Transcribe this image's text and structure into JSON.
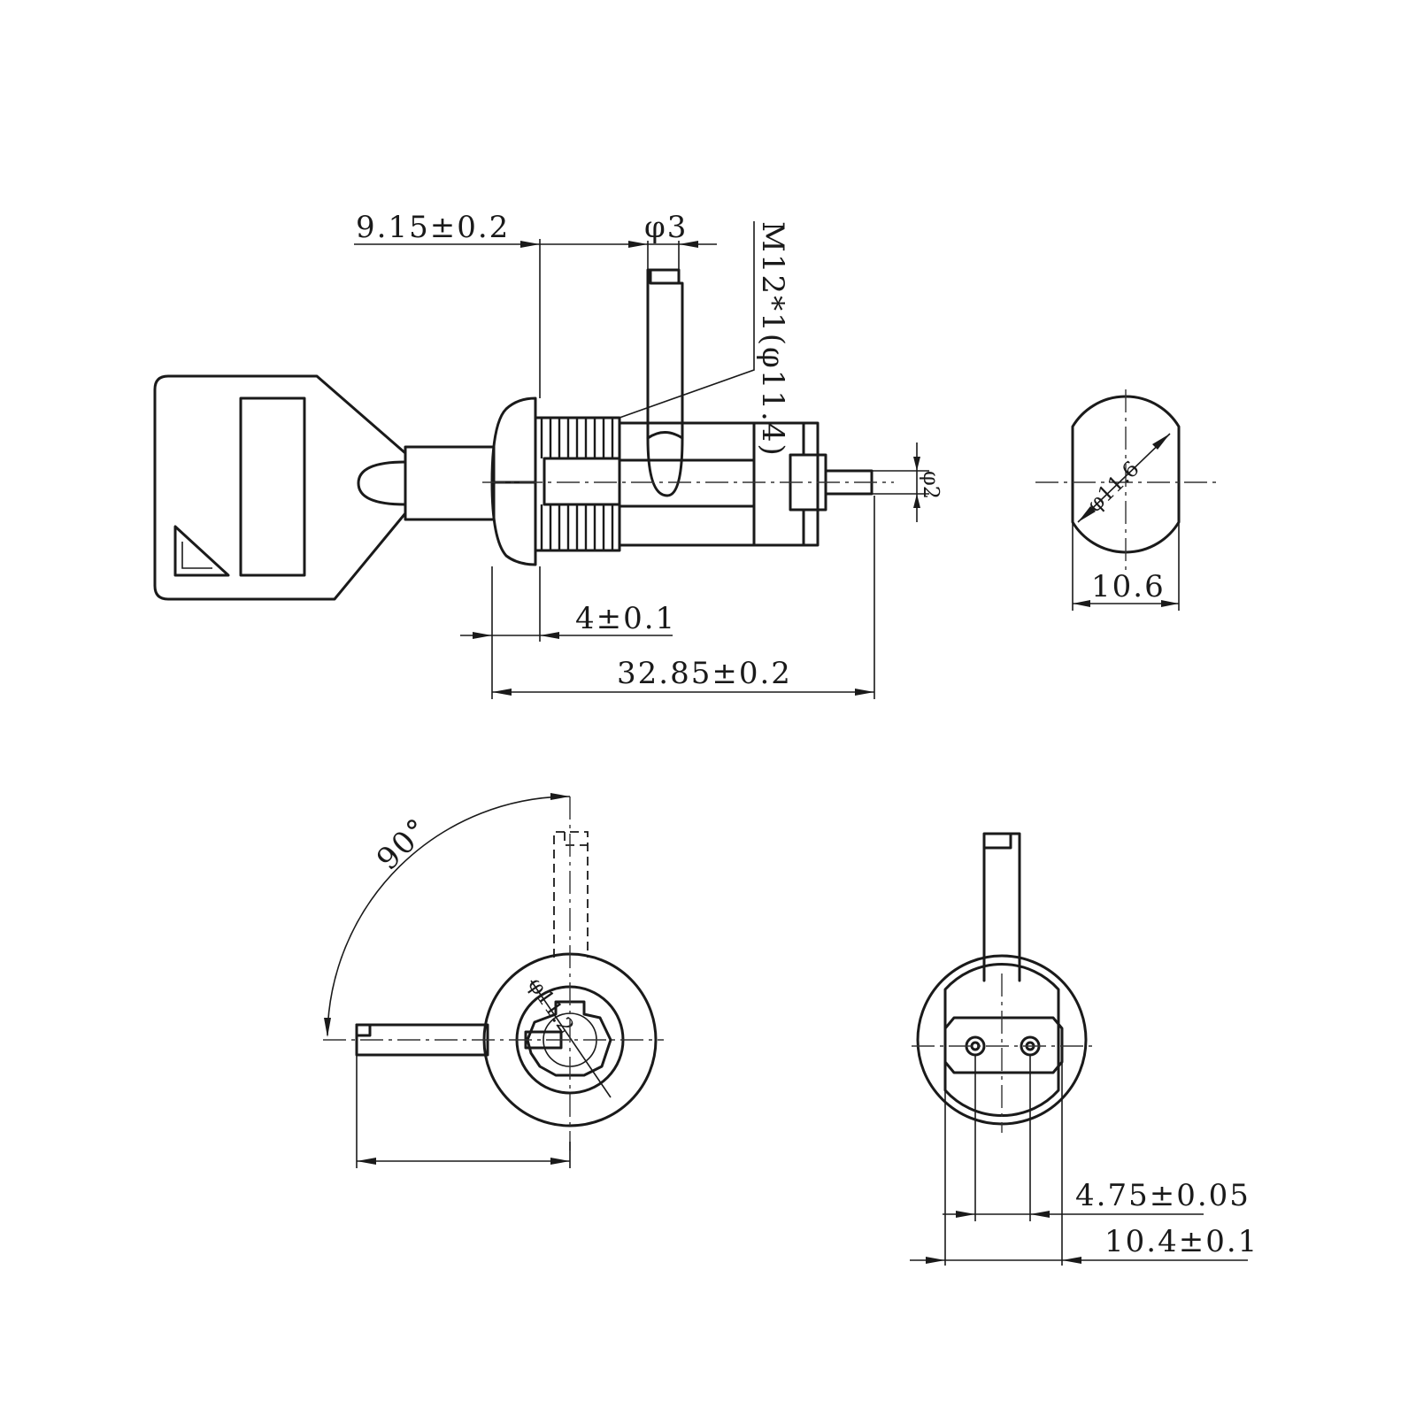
{
  "dimensions": {
    "key_offset": "9.15±0.2",
    "cam_diameter": "φ3",
    "thread": "M12*1(φ11.4)",
    "pin_diameter": "φ2",
    "flange_thickness": "4±0.1",
    "overall_length": "32.85±0.2",
    "end_diameter": "φ11.6",
    "end_flat_width": "10.6",
    "rotation_angle": "90°",
    "slot_width": "4.75±0.05",
    "flat_width": "10.4±0.1"
  }
}
